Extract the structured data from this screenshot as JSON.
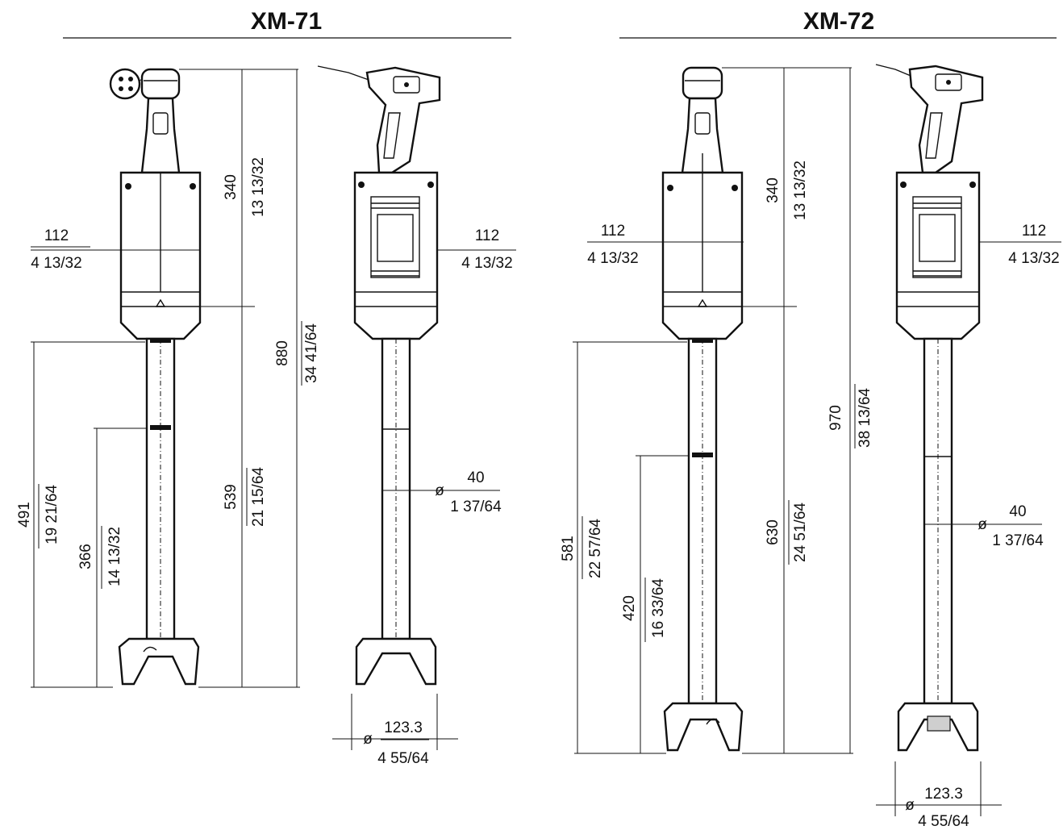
{
  "models": [
    {
      "title": "XM-71",
      "dims": {
        "width_mm": "112",
        "width_in": "4 13/32",
        "motor_mm": "340",
        "motor_in": "13 13/32",
        "total_mm": "880",
        "total_in": "34 41/64",
        "shaft_full_mm": "539",
        "shaft_full_in": "21 15/64",
        "shaft_mm": "491",
        "shaft_in": "19 21/64",
        "immersion_mm": "366",
        "immersion_in": "14 13/32",
        "tube_dia_mm": "40",
        "tube_dia_in": "1 37/64",
        "bell_dia_mm": "123.3",
        "bell_dia_in": "4 55/64",
        "dia_symbol": "ø"
      }
    },
    {
      "title": "XM-72",
      "dims": {
        "width_mm": "112",
        "width_in": "4 13/32",
        "motor_mm": "340",
        "motor_in": "13 13/32",
        "total_mm": "970",
        "total_in": "38 13/64",
        "shaft_full_mm": "630",
        "shaft_full_in": "24 51/64",
        "shaft_mm": "581",
        "shaft_in": "22 57/64",
        "immersion_mm": "420",
        "immersion_in": "16 33/64",
        "tube_dia_mm": "40",
        "tube_dia_in": "1 37/64",
        "bell_dia_mm": "123.3",
        "bell_dia_in": "4 55/64",
        "dia_symbol": "ø"
      }
    }
  ]
}
